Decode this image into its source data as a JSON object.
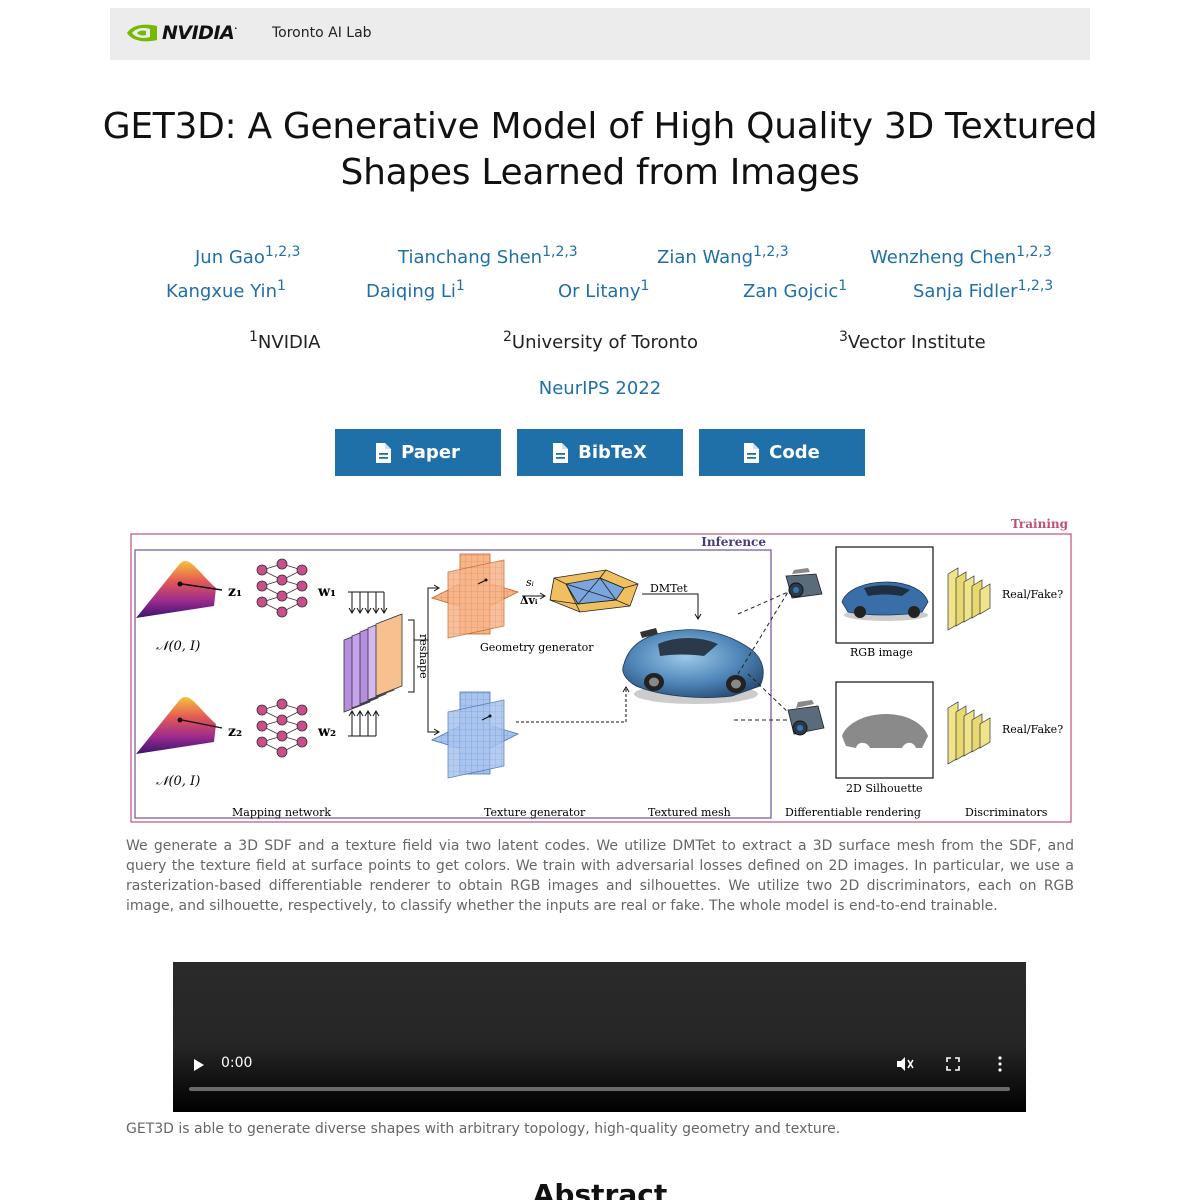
{
  "navbar": {
    "logo_text": "NVIDIA",
    "lab_link": "Toronto AI Lab"
  },
  "page_title": "GET3D: A Generative Model of High Quality 3D Textured Shapes Learned from Images",
  "title_lines": [
    "GET3D: A Generative Model of High Quality 3D Textured",
    "Shapes Learned from Images"
  ],
  "authors": [
    {
      "name": "Jun Gao",
      "aff": "1,2,3"
    },
    {
      "name": "Tianchang Shen",
      "aff": "1,2,3"
    },
    {
      "name": "Zian Wang",
      "aff": "1,2,3"
    },
    {
      "name": "Wenzheng Chen",
      "aff": "1,2,3"
    },
    {
      "name": "Kangxue Yin",
      "aff": "1"
    },
    {
      "name": "Daiqing Li",
      "aff": "1"
    },
    {
      "name": "Or Litany",
      "aff": "1"
    },
    {
      "name": "Zan Gojcic",
      "aff": "1"
    },
    {
      "name": "Sanja Fidler",
      "aff": "1,2,3"
    }
  ],
  "affiliations": [
    {
      "num": "1",
      "name": "NVIDIA"
    },
    {
      "num": "2",
      "name": "University of Toronto"
    },
    {
      "num": "3",
      "name": "Vector Institute"
    }
  ],
  "venue": "NeurIPS 2022",
  "buttons": {
    "paper": "Paper",
    "bibtex": "BibTeX",
    "code": "Code"
  },
  "figure": {
    "training": "Training",
    "inference": "Inference",
    "dist_top": "𝒩(0, I)",
    "dist_bottom": "𝒩(0, I)",
    "z1": "z₁",
    "z2": "z₂",
    "w1": "w₁",
    "w2": "w₂",
    "reshape": "reshape",
    "si": "sᵢ",
    "dvi": "Δvᵢ",
    "dmtet": "DMTet",
    "geometry_generator": "Geometry generator",
    "rgb_image": "RGB image",
    "silhouette": "2D Silhouette",
    "real_fake_top": "Real/Fake?",
    "real_fake_bottom": "Real/Fake?",
    "mapping_network": "Mapping network",
    "texture_generator": "Texture generator",
    "textured_mesh": "Textured mesh",
    "diff_rendering": "Differentiable rendering",
    "discriminators": "Discriminators",
    "training_color": "#c0507a",
    "inference_color": "#7050a0"
  },
  "figure_caption": "We generate a 3D SDF and a texture field via two latent codes. We utilize DMTet to extract a 3D surface mesh from the SDF, and query the texture field at surface points to get colors. We train with adversarial losses defined on 2D images. In particular, we use a rasterization-based differentiable renderer to obtain RGB images and silhouettes. We utilize two 2D discriminators, each on RGB image, and silhouette, respectively, to classify whether the inputs are real or fake. The whole model is end-to-end trainable.",
  "video": {
    "time": "0:00",
    "progress": 0
  },
  "video_caption": "GET3D is able to generate diverse shapes with arbitrary topology, high-quality geometry and texture.",
  "abstract_heading": "Abstract",
  "colors": {
    "accent": "#1f6fa8",
    "nvidia_green": "#76b900",
    "navbar_bg": "#ececec"
  }
}
